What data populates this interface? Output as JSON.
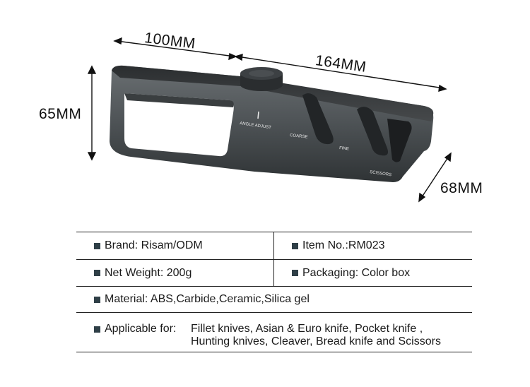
{
  "dimensions": {
    "handle_length": "100MM",
    "total_length": "164MM",
    "height": "65MM",
    "depth": "68MM"
  },
  "product_labels": {
    "angle_adjust": "ANGLE ADJUST",
    "coarse": "COARSE",
    "fine": "FINE",
    "scissors": "SCISSORS"
  },
  "specs": {
    "brand": "Brand: Risam/ODM",
    "item_no": "Item No.:RM023",
    "net_weight": "Net Weight: 200g",
    "packaging": "Packaging: Color box",
    "material": "Material: ABS,Carbide,Ceramic,Silica gel",
    "applicable_label": "Applicable for:",
    "applicable_line1": "Fillet knives, Asian & Euro knife, Pocket knife ,",
    "applicable_line2": "Hunting knives, Cleaver, Bread knife and Scissors"
  },
  "colors": {
    "body": "#4a4f52",
    "body_dark": "#2a2d2f",
    "bullet": "#2f3f47"
  }
}
